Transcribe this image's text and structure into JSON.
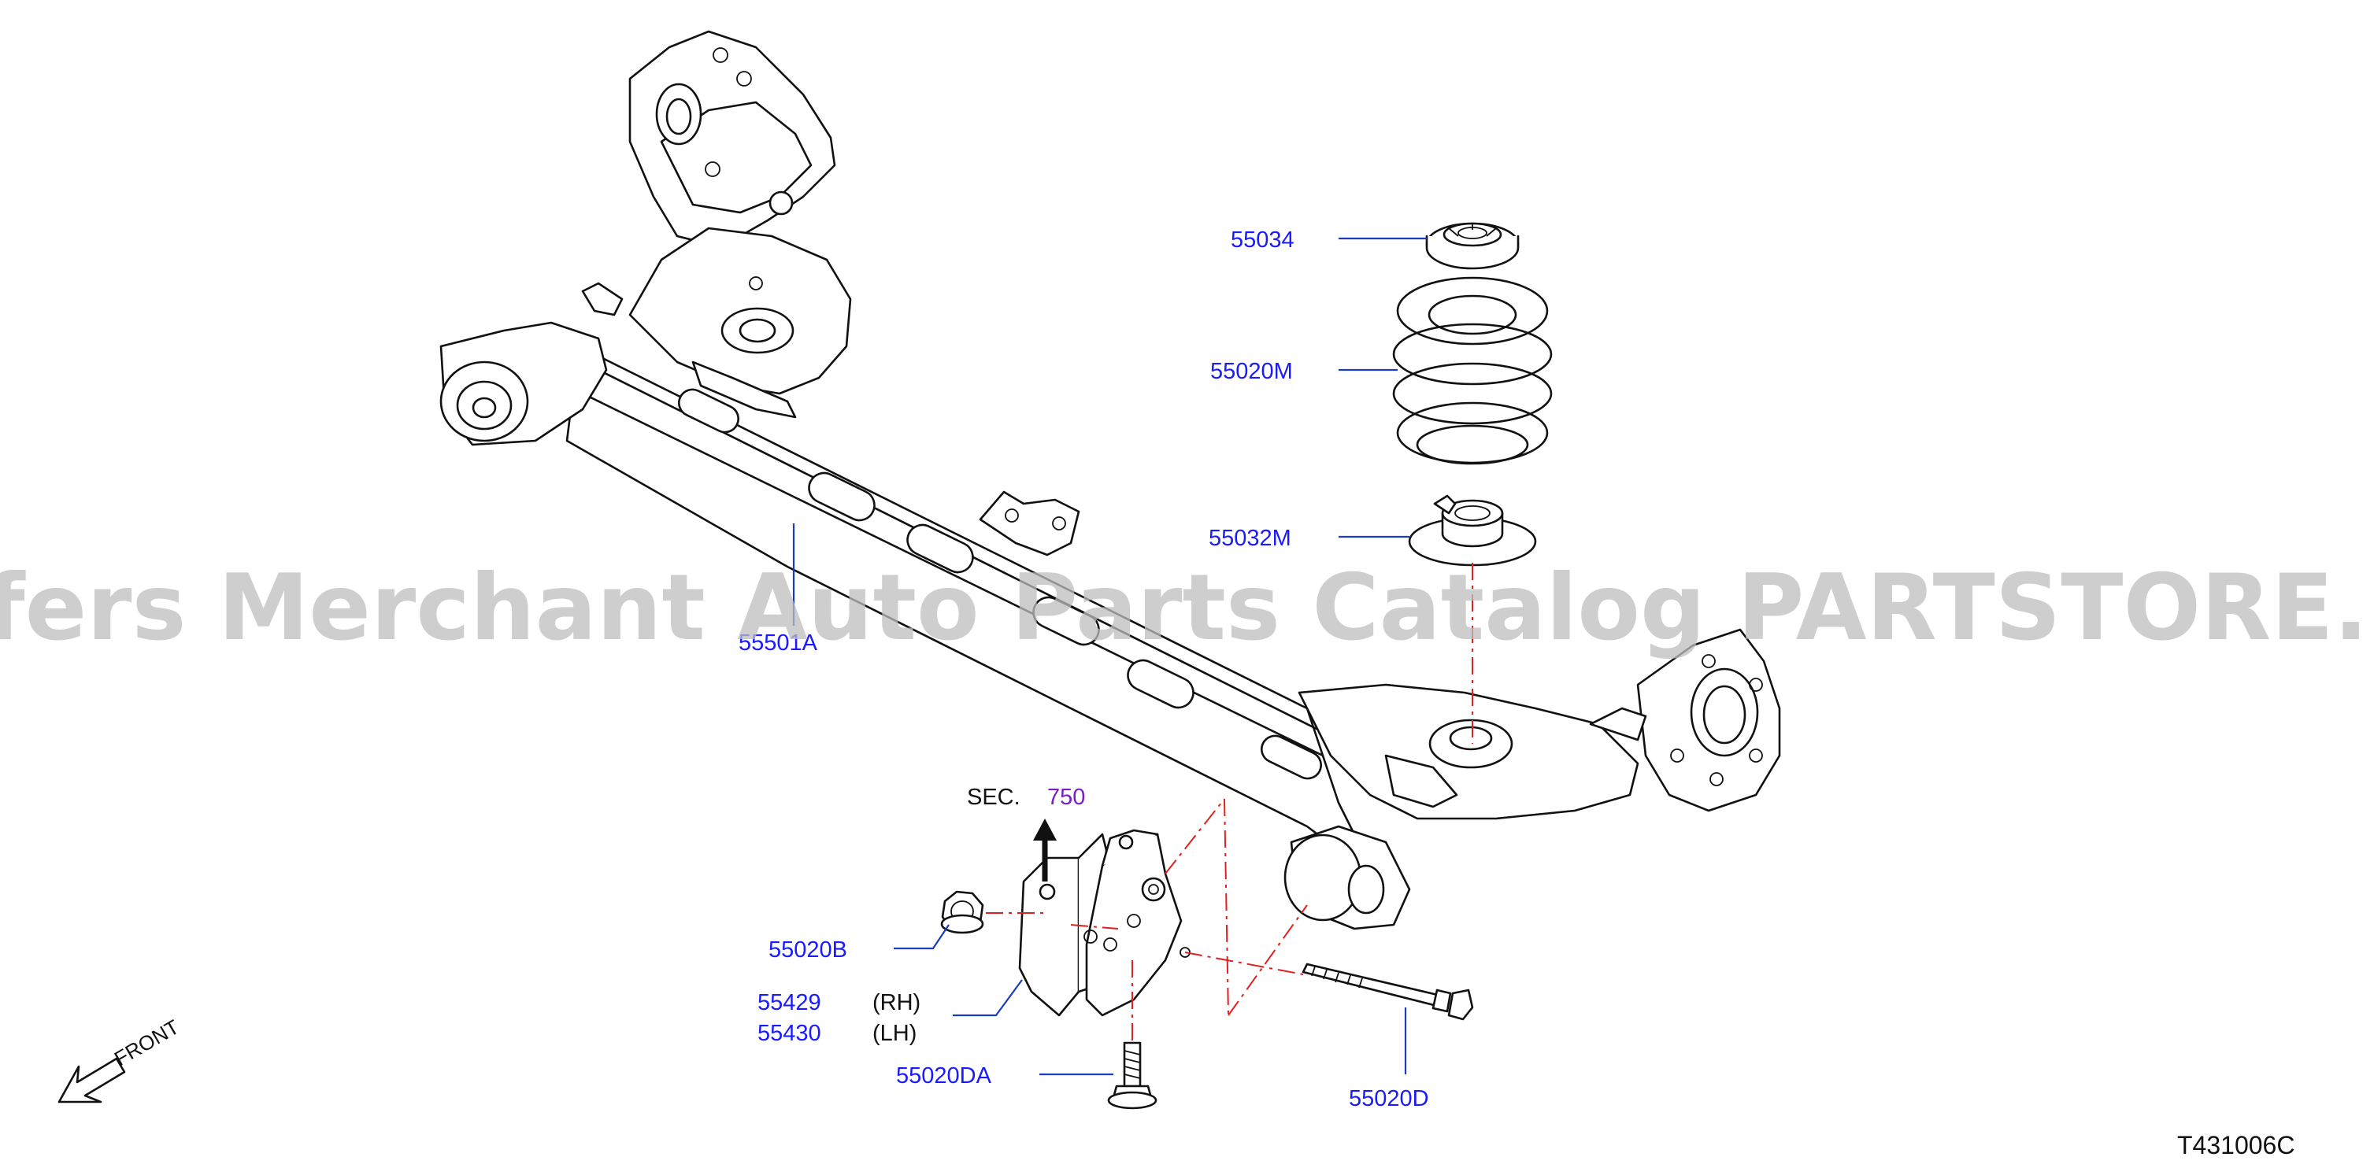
{
  "watermark": "Offers Merchant Auto Parts Catalog PARTSTORE.SA",
  "reference_code": "T431006C",
  "front_indicator": {
    "label": "FRONT",
    "icon": "front-arrow-icon"
  },
  "section_ref": {
    "prefix": "SEC.",
    "number": "750",
    "icon": "up-arrow-icon"
  },
  "colors": {
    "part_label": "#1a1aff",
    "section_number": "#7a1fc4",
    "centerline": "#e02020",
    "leader": "#1a3dbf",
    "watermark": "#bdbdbd"
  },
  "parts": [
    {
      "id": "55034",
      "label": "55034"
    },
    {
      "id": "55020M",
      "label": "55020M"
    },
    {
      "id": "55032M",
      "label": "55032M"
    },
    {
      "id": "55501A",
      "label": "55501A"
    },
    {
      "id": "55020B",
      "label": "55020B"
    },
    {
      "id": "55429",
      "label": "55429",
      "side": "(RH)"
    },
    {
      "id": "55430",
      "label": "55430",
      "side": "(LH)"
    },
    {
      "id": "55020DA",
      "label": "55020DA"
    },
    {
      "id": "55020D",
      "label": "55020D"
    }
  ]
}
